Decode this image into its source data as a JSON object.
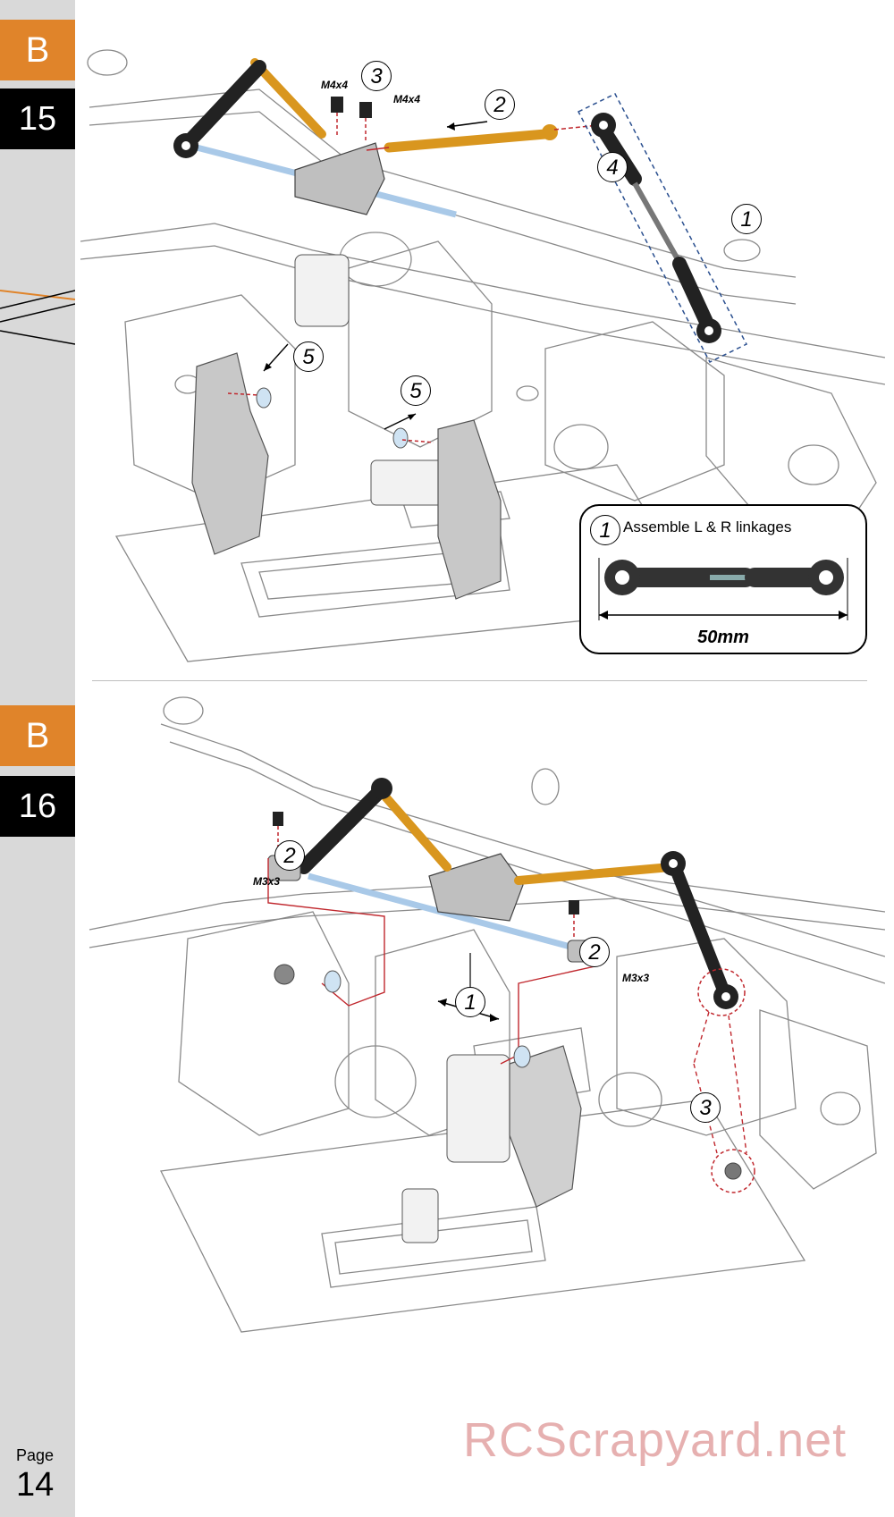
{
  "section_letter": "B",
  "steps": [
    {
      "number": "15",
      "callouts": [
        "1",
        "2",
        "3",
        "4",
        "5",
        "5"
      ],
      "screws": [
        "M4x4",
        "M4x4"
      ],
      "detail": {
        "callout": "1",
        "title": "Assemble L & R linkages",
        "dimension": "50mm"
      }
    },
    {
      "number": "16",
      "callouts": [
        "1",
        "2",
        "2",
        "3"
      ],
      "screws": [
        "M3x3",
        "M3x3"
      ]
    }
  ],
  "page": {
    "label": "Page",
    "number": "14"
  },
  "watermark": "RCScrapyard.net",
  "colors": {
    "accent": "#e0842a",
    "orange_part": "#d9961e",
    "sidebar": "#d9d9d9",
    "dashed_blue": "#2a4f8f",
    "red_line": "#c0272d"
  }
}
